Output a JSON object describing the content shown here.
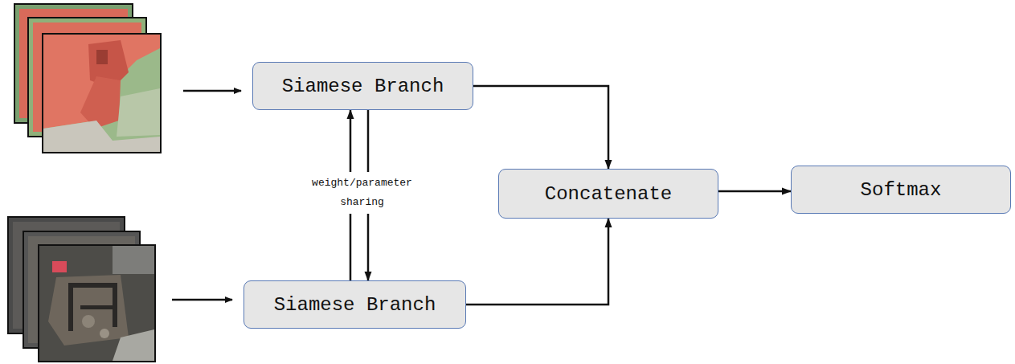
{
  "diagram": {
    "nodes": [
      {
        "text": [
          "Siamese Branch"
        ]
      },
      {
        "text": [
          "Siamese Branch"
        ]
      },
      {
        "text": [
          "Concatenate"
        ]
      },
      {
        "text": [
          "Softmax"
        ]
      }
    ],
    "edges": [
      {
        "from": 0,
        "to": 2,
        "arrow": "to"
      },
      {
        "from": 1,
        "to": 2,
        "arrow": "to"
      },
      {
        "from": 2,
        "to": 3,
        "arrow": "to"
      },
      {
        "from": 1,
        "to": 0,
        "arrow": "to"
      },
      {
        "from": 0,
        "to": 1,
        "arrow": "to"
      }
    ],
    "labels": [
      "weight/parameter sharing"
    ]
  }
}
